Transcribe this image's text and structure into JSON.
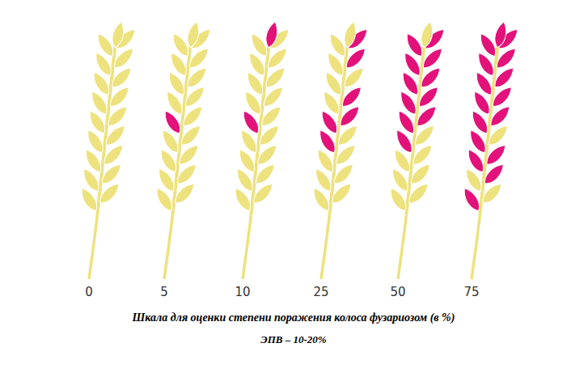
{
  "diagram": {
    "caption": "Шкала для оценки степени поражения колоса фузариозом (в %)",
    "labels": [
      "0",
      "5",
      "10",
      "25",
      "50",
      "75",
      "ЭПВ – 10-20%"
    ]
  }
}
